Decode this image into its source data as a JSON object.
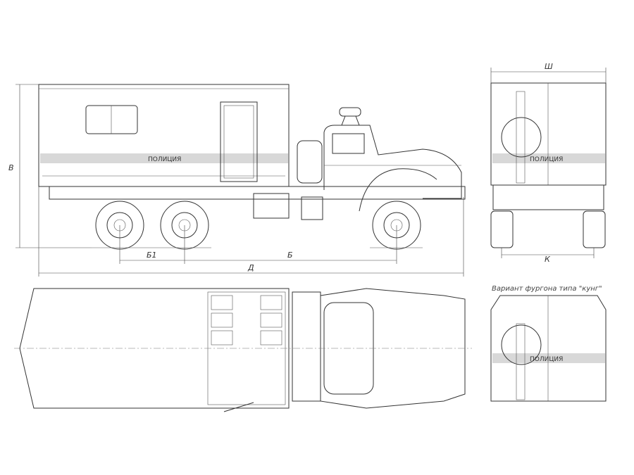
{
  "drawing": {
    "box_label": "ПОЛИЦИЯ",
    "dimensions": {
      "height": "В",
      "wheelbase_rear": "Б1",
      "wheelbase": "Б",
      "length": "Д",
      "width": "Ш",
      "track": "К"
    },
    "variant_caption": "Вариант фургона типа \"кунг\""
  }
}
